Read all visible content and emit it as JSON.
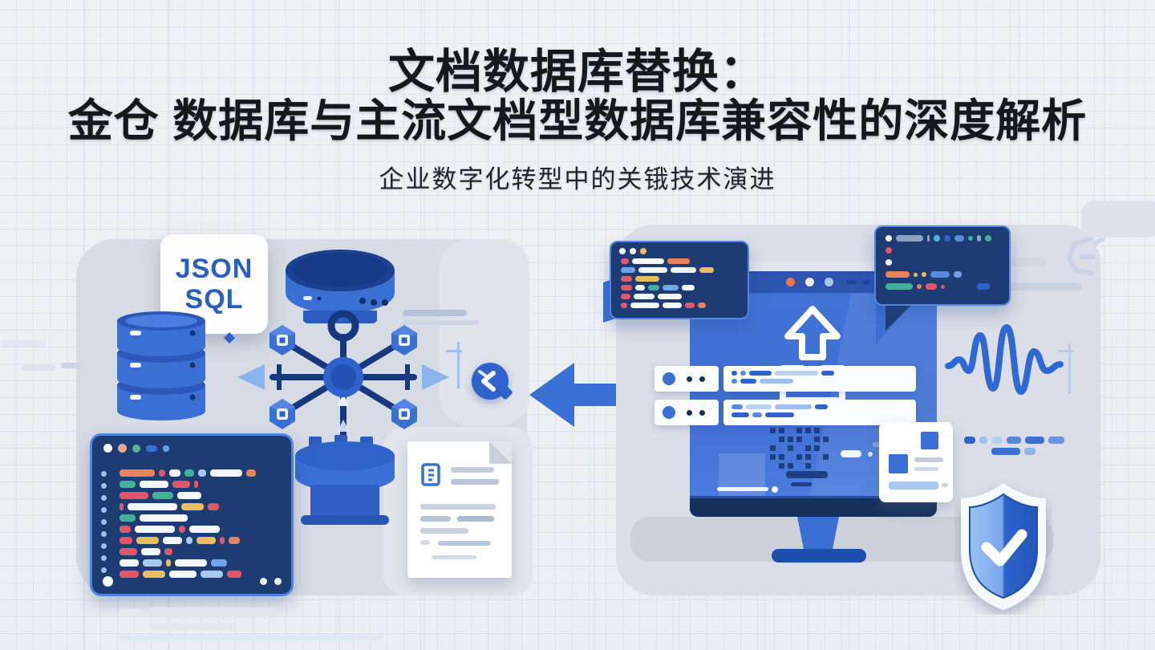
{
  "slide": {
    "title_line1": "文档数据库替换：",
    "title_line2": "金仓 数据库与主流文档型数据库兼容性的深度解析",
    "subtitle": "企业数字化转型中的关锇技术演进"
  },
  "badge": {
    "line1": "JSON",
    "line2": "SQL"
  },
  "colors": {
    "background": "#eef0f3",
    "panel_gray": "#d7dbe3",
    "primary_blue": "#3a6fd4",
    "dark_navy": "#1d3c74",
    "deep_navy": "#16305e",
    "title_text": "#17181c",
    "accent_red": "#e2566a",
    "accent_yellow": "#eabc5e",
    "accent_teal": "#43b098",
    "accent_orange": "#e8845c",
    "light_blue": "#a8c8ee",
    "shield_light": "#9cc2f2",
    "shield_dark": "#2a5fc8",
    "badge_text": "#2a5fc2"
  },
  "icons": {
    "json_sql_badge": "white card",
    "database_stack": "3 stacked cylinders",
    "disk_node": "flat blue disk",
    "network_cluster": "hub with hexagon nodes",
    "code_editor": "dark window with colored bars",
    "document_page": "white page, folded corner",
    "chevron_pin": "‹",
    "sync_arrow": "⇄",
    "monitor": "blue screen on stand",
    "upload": "arrow into tray",
    "server_rows": "white rows with dots",
    "code_window": "dark code popup",
    "code_bubble": "dark speech-bubble code popup",
    "waveform": "blue squiggle wave",
    "progress_dashes": "blue dashes",
    "document_card": "white card with blue squares",
    "shield_check": "✓ shield",
    "brand_glyph": "faint angular outline"
  }
}
